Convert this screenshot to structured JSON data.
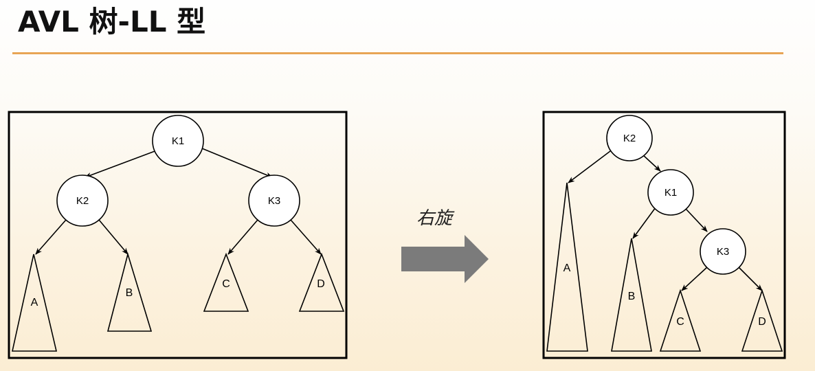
{
  "title": "AVL 树-LL 型",
  "colors": {
    "title_rule": "#e8a455",
    "arrow": "#7b7b7b"
  },
  "before": {
    "nodes": {
      "root": "K1",
      "left": "K2",
      "right": "K3"
    },
    "subtrees": {
      "a": "A",
      "b": "B",
      "c": "C",
      "d": "D"
    }
  },
  "after": {
    "nodes": {
      "root": "K2",
      "middle": "K1",
      "bottom": "K3"
    },
    "subtrees": {
      "a": "A",
      "b": "B",
      "c": "C",
      "d": "D"
    }
  },
  "transition": {
    "label": "右旋",
    "icon": "right-arrow-icon"
  }
}
